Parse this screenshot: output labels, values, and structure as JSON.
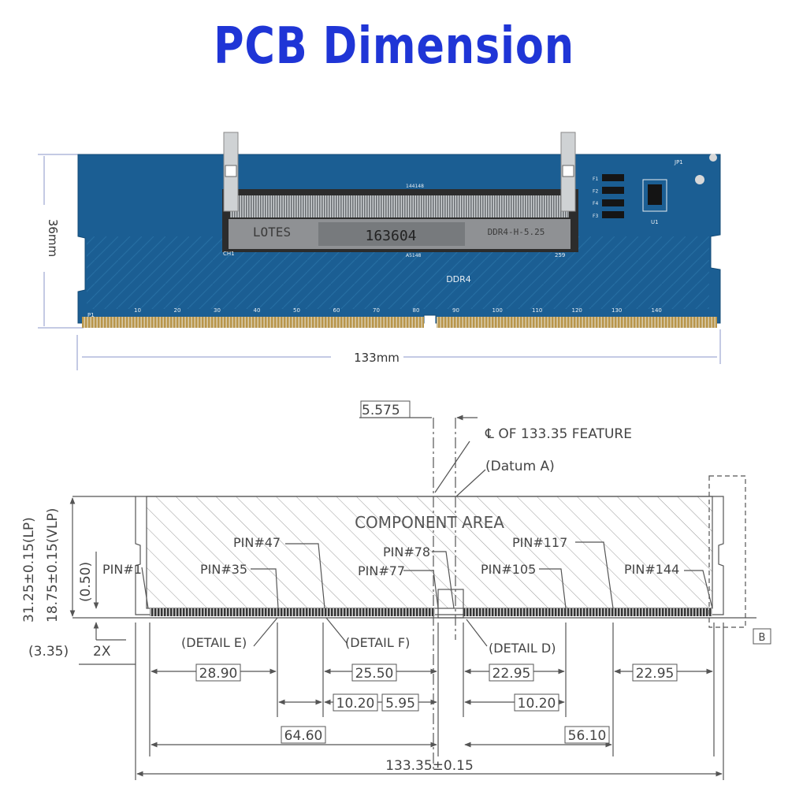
{
  "title": "PCB Dimension",
  "colors": {
    "title": "#1f35d6",
    "pcb": "#1a5f93",
    "dimension_line": "#5c6fc4",
    "drawing": "#555555",
    "gold": "#c8a85a"
  },
  "photo": {
    "width_label": "133mm",
    "height_label": "36mm",
    "chip_text": "163604",
    "slot_left_text": "LOTES",
    "slot_right_text": "DDR4-H-5.25",
    "board_label": "DDR4",
    "pin_marks": [
      "10",
      "20",
      "30",
      "40",
      "50",
      "60",
      "70",
      "80",
      "90",
      "100",
      "110",
      "120",
      "130",
      "140"
    ],
    "fuses": [
      "F1",
      "F2",
      "F4",
      "F3"
    ],
    "misc_labels": {
      "jumper": "JP1",
      "ic": "U1",
      "pin1": "P1",
      "ch": "CH1",
      "top_a": "144148",
      "top_b": "A5148",
      "pin259": "259"
    }
  },
  "drawing": {
    "component_area": "COMPONENT AREA",
    "centerline_note": "℄ OF 133.35 FEATURE",
    "datum_a": "(Datum A)",
    "datum_b": "B",
    "height_lp": "31.25±0.15(LP)",
    "height_vlp": "18.75±0.15(VLP)",
    "notch_offset": "(0.50)",
    "bottom_clearance": "(3.35)",
    "qty_2x": "2X",
    "top_dim": "5.575",
    "pins": {
      "pin1": "PIN#1",
      "pin35": "PIN#35",
      "pin47": "PIN#47",
      "pin77": "PIN#77",
      "pin78": "PIN#78",
      "pin105": "PIN#105",
      "pin117": "PIN#117",
      "pin144": "PIN#144"
    },
    "details": {
      "e": "(DETAIL E)",
      "f": "(DETAIL F)",
      "d": "(DETAIL D)"
    },
    "dims": {
      "d_28_90": "28.90",
      "d_25_50": "25.50",
      "d_22_95_a": "22.95",
      "d_22_95_b": "22.95",
      "d_10_20_a": "10.20",
      "d_5_95": "5.95",
      "d_10_20_b": "10.20",
      "d_64_60": "64.60",
      "d_56_10": "56.10",
      "total": "133.35±0.15"
    }
  }
}
